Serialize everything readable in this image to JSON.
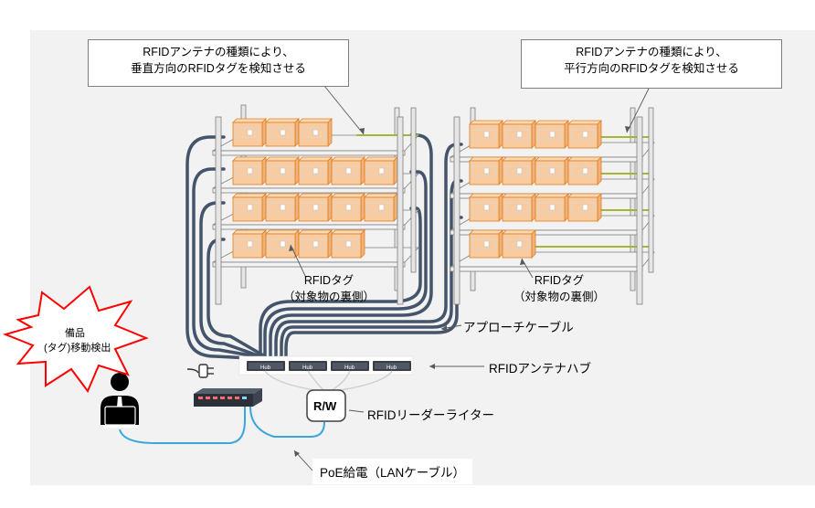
{
  "callouts": {
    "left": {
      "line1": "RFIDアンテナの種類により、",
      "line2": "垂直方向のRFIDタグを検知させる"
    },
    "right": {
      "line1": "RFIDアンテナの種類により、",
      "line2": "平行方向のRFIDタグを検知させる"
    }
  },
  "labels": {
    "tag_left_1": "RFIDタグ",
    "tag_left_2": "（対象物の裏側）",
    "tag_right_1": "RFIDタグ",
    "tag_right_2": "（対象物の裏側）",
    "approach_cable": "アプローチケーブル",
    "antenna_hub": "RFIDアンテナハブ",
    "reader_writer": "RFIDリーダーライター",
    "poe": "PoE給電（LANケーブル）"
  },
  "burst": {
    "line1": "備品",
    "line2": "(タグ)移動検出"
  },
  "device": {
    "hub_label": "Hub",
    "rw_label": "R/W"
  },
  "colors": {
    "background_panel": "#f2f2f2",
    "box_fill": "#f8cba0",
    "box_stroke": "#e07f1f",
    "cable": "#44546a",
    "lan_cable": "#39a6dc",
    "burst_stroke": "#ff0000",
    "antenna_line": "#a9b23a"
  },
  "icons": [
    "person-laptop-icon",
    "power-plug-icon",
    "poe-switch-icon",
    "hub-icon",
    "reader-writer-icon"
  ]
}
